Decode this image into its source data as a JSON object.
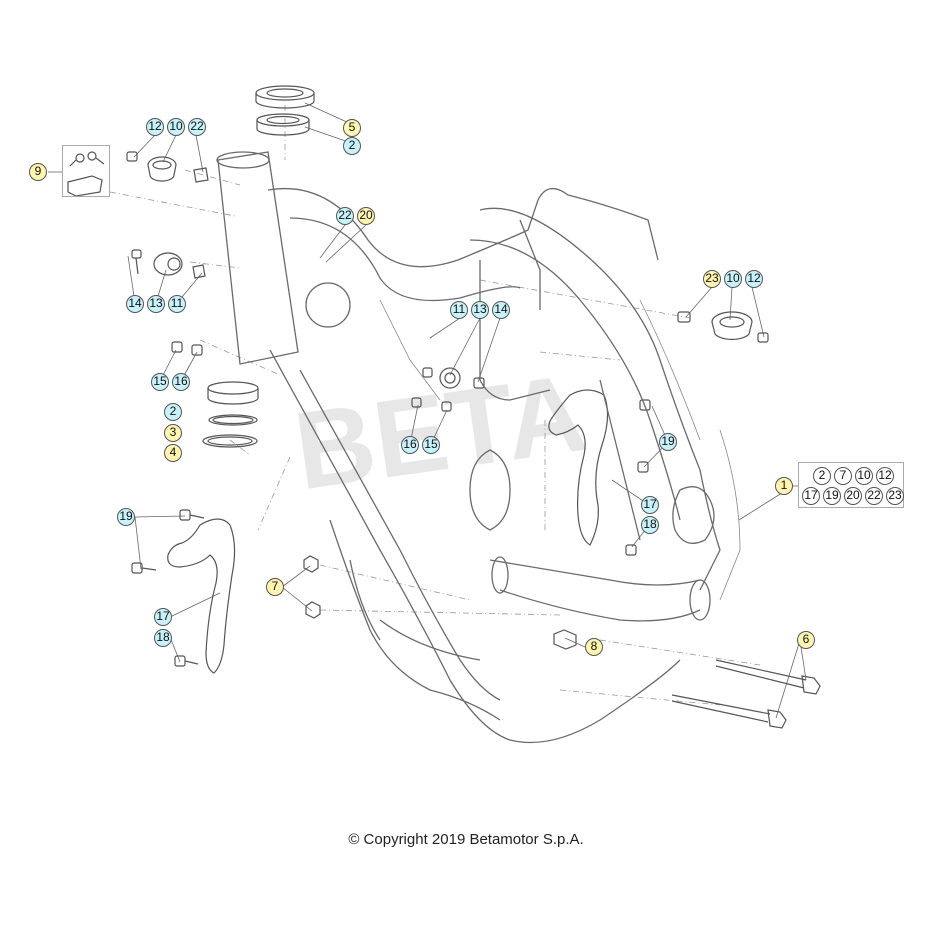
{
  "copyright": "© Copyright 2019 Betamotor S.p.A.",
  "colors": {
    "cyan": "#c8f2f9",
    "yellow": "#fff5b0",
    "stroke": "#555555"
  },
  "callouts": [
    {
      "id": "c5",
      "label": "5",
      "style": "yellow"
    },
    {
      "id": "c2a",
      "label": "2",
      "style": "cyan"
    },
    {
      "id": "c12a",
      "label": "12",
      "style": "cyan"
    },
    {
      "id": "c10a",
      "label": "10",
      "style": "cyan"
    },
    {
      "id": "c22a",
      "label": "22",
      "style": "cyan"
    },
    {
      "id": "c9",
      "label": "9",
      "style": "yellow"
    },
    {
      "id": "c22b",
      "label": "22",
      "style": "cyan"
    },
    {
      "id": "c20",
      "label": "20",
      "style": "yellow"
    },
    {
      "id": "c14a",
      "label": "14",
      "style": "cyan"
    },
    {
      "id": "c13a",
      "label": "13",
      "style": "cyan"
    },
    {
      "id": "c11a",
      "label": "11",
      "style": "cyan"
    },
    {
      "id": "c11b",
      "label": "11",
      "style": "cyan"
    },
    {
      "id": "c13b",
      "label": "13",
      "style": "cyan"
    },
    {
      "id": "c14b",
      "label": "14",
      "style": "cyan"
    },
    {
      "id": "c23",
      "label": "23",
      "style": "yellow"
    },
    {
      "id": "c10b",
      "label": "10",
      "style": "cyan"
    },
    {
      "id": "c12b",
      "label": "12",
      "style": "cyan"
    },
    {
      "id": "c15a",
      "label": "15",
      "style": "cyan"
    },
    {
      "id": "c16a",
      "label": "16",
      "style": "cyan"
    },
    {
      "id": "c2b",
      "label": "2",
      "style": "cyan"
    },
    {
      "id": "c3",
      "label": "3",
      "style": "yellow"
    },
    {
      "id": "c4",
      "label": "4",
      "style": "yellow"
    },
    {
      "id": "c16b",
      "label": "16",
      "style": "cyan"
    },
    {
      "id": "c15b",
      "label": "15",
      "style": "cyan"
    },
    {
      "id": "c19a",
      "label": "19",
      "style": "cyan"
    },
    {
      "id": "c1",
      "label": "1",
      "style": "yellow"
    },
    {
      "id": "c17a",
      "label": "17",
      "style": "cyan"
    },
    {
      "id": "c18a",
      "label": "18",
      "style": "cyan"
    },
    {
      "id": "c19b",
      "label": "19",
      "style": "cyan"
    },
    {
      "id": "c7",
      "label": "7",
      "style": "yellow"
    },
    {
      "id": "c17b",
      "label": "17",
      "style": "cyan"
    },
    {
      "id": "c18b",
      "label": "18",
      "style": "cyan"
    },
    {
      "id": "c8",
      "label": "8",
      "style": "yellow"
    },
    {
      "id": "c6",
      "label": "6",
      "style": "yellow"
    }
  ],
  "kit_row1": [
    "2",
    "7",
    "10",
    "12"
  ],
  "kit_row2": [
    "17",
    "19",
    "20",
    "22",
    "23"
  ]
}
